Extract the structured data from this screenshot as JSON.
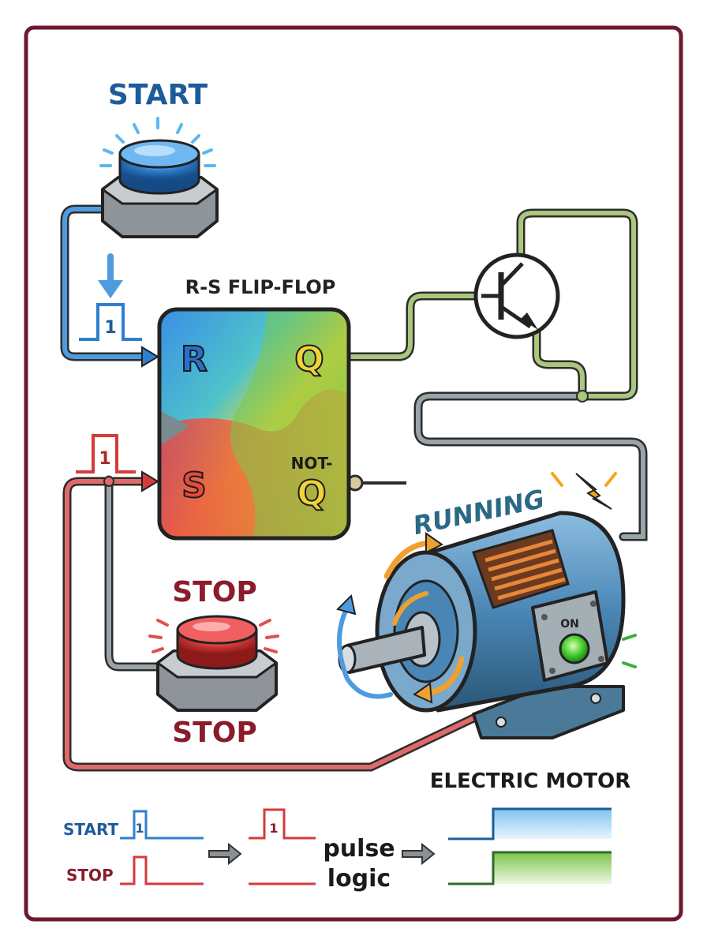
{
  "start_button": {
    "label": "START"
  },
  "flipflop": {
    "title": "R-S FLIP-FLOP",
    "input_r": "R",
    "input_s": "S",
    "output_q": "Q",
    "output_notq_line1": "NOT-",
    "output_notq_line2": "Q"
  },
  "pulses": {
    "start_pulse_label": "1",
    "stop_pulse_label": "1"
  },
  "stop_button": {
    "label_top": "STOP",
    "label_bottom": "STOP"
  },
  "motor": {
    "status": "RUNNING",
    "indicator": "ON",
    "caption": "ELECTRIC MOTOR"
  },
  "timing": {
    "start_label": "START",
    "stop_label": "STOP",
    "pulse_1": "1",
    "logic_line1": "pulse",
    "logic_line2": "logic"
  },
  "colors": {
    "frame": "#6b1a2e",
    "start_blue": "#2f7fd0",
    "stop_red": "#d63a3a",
    "output_green": "#9bbf6a",
    "title_blue": "#1d5c9a",
    "stop_text": "#8a1c2c",
    "running_text": "#2b6a86"
  }
}
